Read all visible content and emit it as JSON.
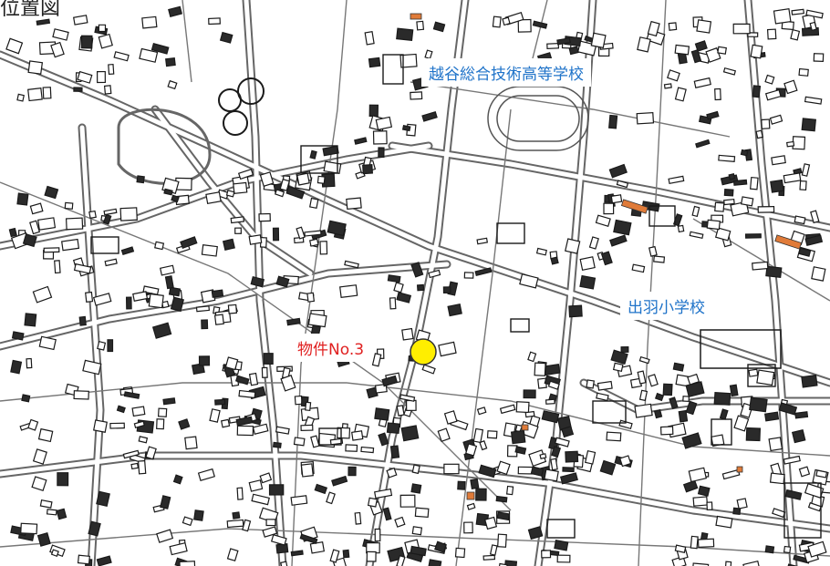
{
  "title": "位置図",
  "labels": {
    "school_high": "越谷総合技術高等学校",
    "school_elem": "出羽小学校",
    "property": "物件No.3"
  },
  "colors": {
    "road": "#555555",
    "building_outline": "#1a1a1a",
    "building_dark": "#2a2a2a",
    "highlight_building": "#e07b39",
    "school_label": "#1f73c9",
    "property_label": "#e02020",
    "marker_fill": "#ffee00"
  },
  "icons": {
    "property_marker": "yellow-circle-marker"
  }
}
